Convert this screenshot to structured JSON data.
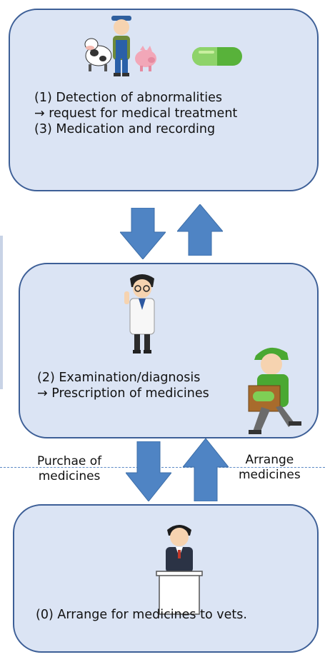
{
  "top_box": {
    "line1": "(1) Detection of abnormalities",
    "line2": " → request for medical treatment",
    "line3": "(3) Medication and recording"
  },
  "middle_box": {
    "line1": "(2) Examination/diagnosis",
    "line2": "→ Prescription of medicines"
  },
  "bottom_box": {
    "line1": "(0) Arrange for medicines to vets."
  },
  "left_label": {
    "line1": "Purchae of",
    "line2": "medicines"
  },
  "right_label": {
    "line1": "Arrange",
    "line2": "medicines"
  },
  "colors": {
    "box_fill": "#dbe4f4",
    "box_border": "#3d5f97",
    "arrow_fill": "#4f84c4",
    "dashed_line": "#5b89c5"
  },
  "icons": [
    "farmer-with-cow-and-pig-icon",
    "capsule-pill-icon",
    "doctor-icon",
    "delivery-person-icon",
    "official-at-podium-icon"
  ]
}
